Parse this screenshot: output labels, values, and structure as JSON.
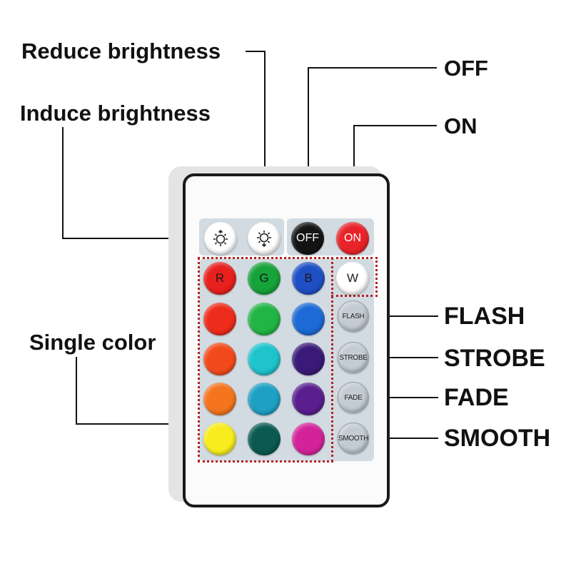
{
  "labels": {
    "reduce": "Reduce brightness",
    "induce": "Induce brightness",
    "off": "OFF",
    "on": "ON",
    "single": "Single color",
    "flash": "FLASH",
    "strobe": "STROBE",
    "fade": "FADE",
    "smooth": "SMOOTH"
  },
  "remote": {
    "buttons": {
      "brightness_up_icon": "sun-up-icon",
      "brightness_down_icon": "sun-down-icon",
      "off": "OFF",
      "on": "ON",
      "r": "R",
      "g": "G",
      "b": "B",
      "w": "W",
      "flash": "FLASH",
      "strobe": "STROBE",
      "fade": "FADE",
      "smooth": "SMOOTH"
    },
    "colors": {
      "row1": [
        "#e8201e",
        "#16a33a",
        "#1f4fc4"
      ],
      "row2": [
        "#ee2c1c",
        "#22b545",
        "#1b6ad6"
      ],
      "row3": [
        "#f24a1c",
        "#1ec3cc",
        "#3a1a78"
      ],
      "row4": [
        "#f5741e",
        "#1ea0c4",
        "#5a1e8e"
      ],
      "row5": [
        "#f7ec1e",
        "#0a5a52",
        "#d4239a"
      ],
      "white": "#ffffff",
      "off": "#141414",
      "on": "#e8242a"
    }
  }
}
